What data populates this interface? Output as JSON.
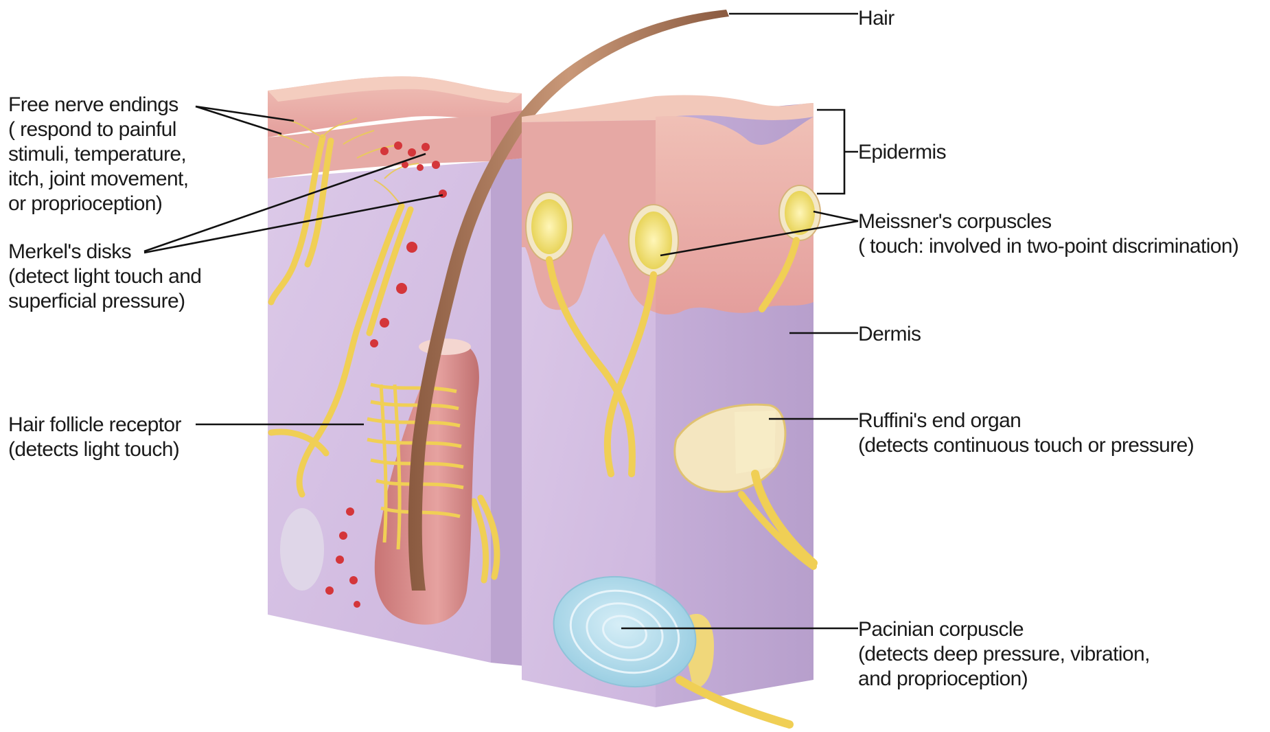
{
  "labels": {
    "hair": "Hair",
    "free_nerve_endings": [
      "Free nerve endings",
      "( respond to painful",
      "stimuli, temperature,",
      "itch, joint movement,",
      "or proprioception)"
    ],
    "merkels_disks": [
      "Merkel's disks",
      "(detect light touch and",
      "superficial pressure)"
    ],
    "hair_follicle_receptor": [
      "Hair follicle receptor",
      "(detects light touch)"
    ],
    "epidermis": "Epidermis",
    "meissners_corpuscles": [
      "Meissner's corpuscles",
      "( touch: involved in two-point discrimination)"
    ],
    "dermis": "Dermis",
    "ruffinis_end_organ": [
      "Ruffini's end organ",
      "(detects continuous touch or pressure)"
    ],
    "pacinian_corpuscle": [
      "Pacinian corpuscle",
      "(detects deep pressure, vibration,",
      "and proprioception)"
    ]
  },
  "colors": {
    "epidermis": "#e8a8a4",
    "epidermis_top": "#f1c4b8",
    "dermis": "#d7c4e4",
    "dermis_side": "#c8b2d8",
    "nerve": "#f2d35a",
    "hair": "#b07a5a",
    "follicle": "#d98a8a",
    "merkel": "#d63a3a",
    "pacinian": "#bfe0ee",
    "leader_line": "#111111"
  }
}
